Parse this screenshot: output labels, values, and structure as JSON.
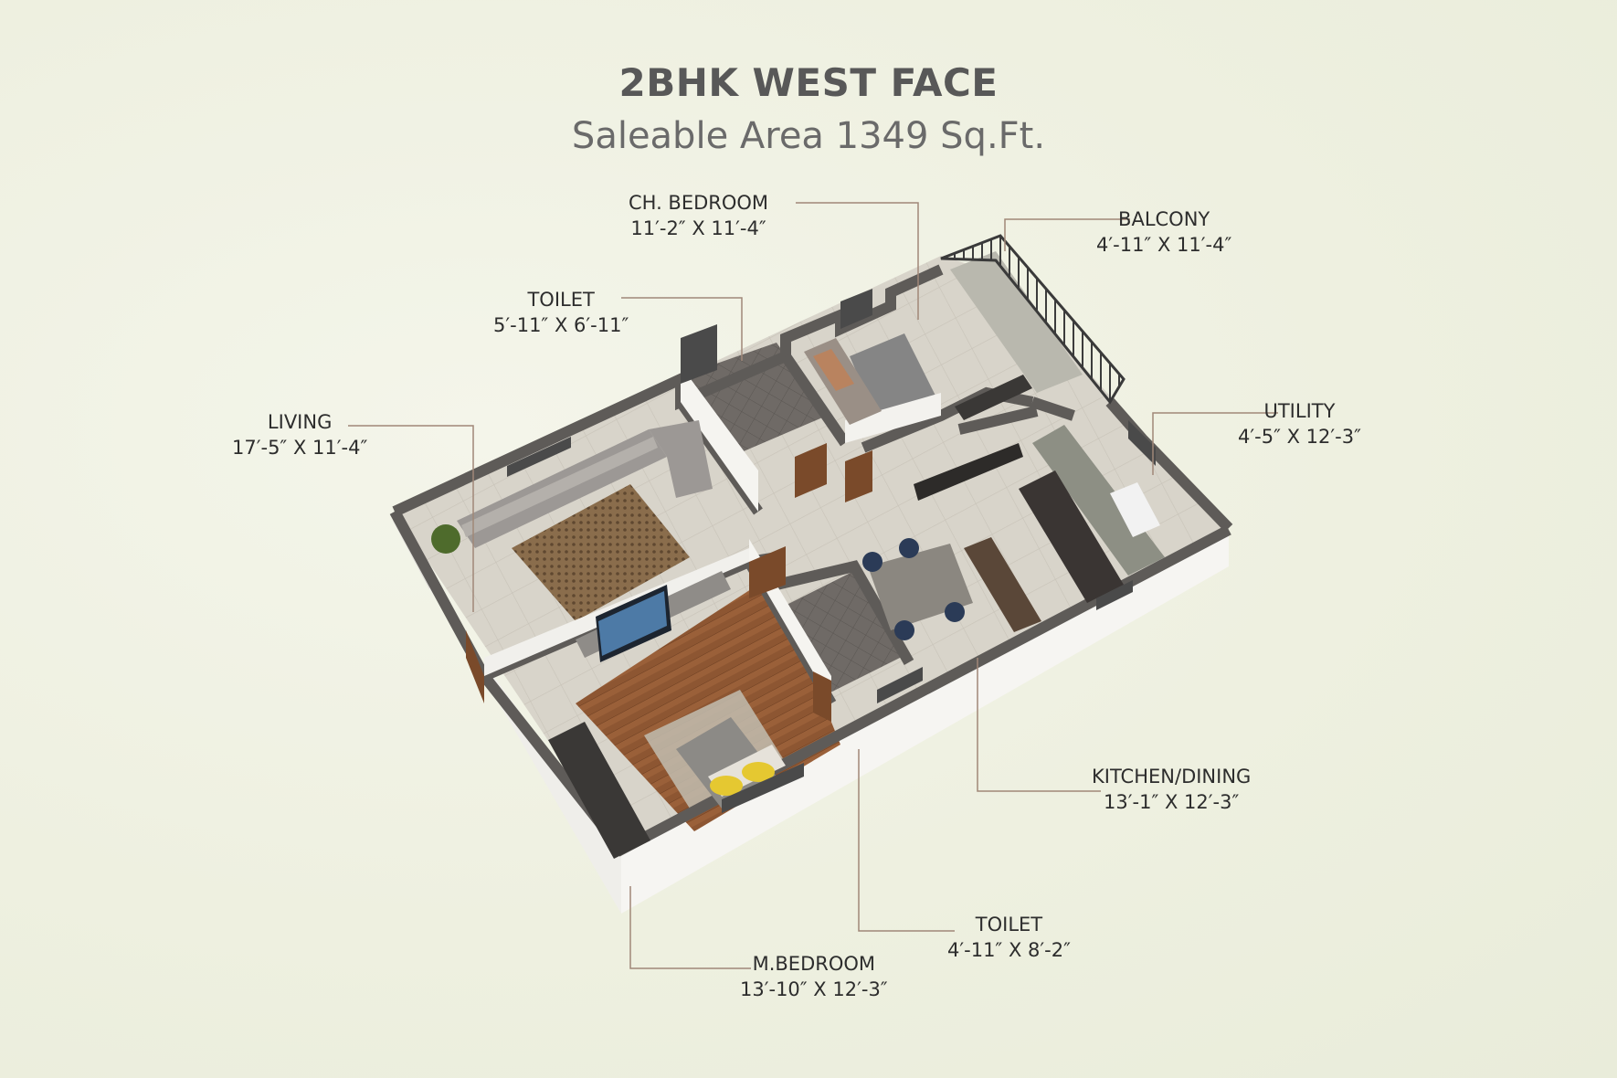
{
  "header": {
    "title": "2BHK WEST FACE",
    "subtitle": "Saleable Area 1349 Sq.Ft."
  },
  "rooms": {
    "ch_bedroom": {
      "name": "CH. BEDROOM",
      "size": "11′-2″ X 11′-4″"
    },
    "balcony": {
      "name": "BALCONY",
      "size": "4′-11″ X 11′-4″"
    },
    "toilet_top": {
      "name": "TOILET",
      "size": "5′-11″ X 6′-11″"
    },
    "living": {
      "name": "LIVING",
      "size": "17′-5″ X 11′-4″"
    },
    "utility": {
      "name": "UTILITY",
      "size": "4′-5″ X 12′-3″"
    },
    "kitchen_dining": {
      "name": "KITCHEN/DINING",
      "size": "13′-1″ X 12′-3″"
    },
    "toilet_bottom": {
      "name": "TOILET",
      "size": "4′-11″ X 8′-2″"
    },
    "m_bedroom": {
      "name": "M.BEDROOM",
      "size": "13′-10″ X 12′-3″"
    }
  },
  "colors": {
    "wall_top": "#5e5b58",
    "wall_side": "#f7f6f3",
    "floor_tile": "#d6d2c8",
    "wood_floor": "#8a5430",
    "leader_line": "#a08778",
    "label_text": "#2d2d2d"
  }
}
